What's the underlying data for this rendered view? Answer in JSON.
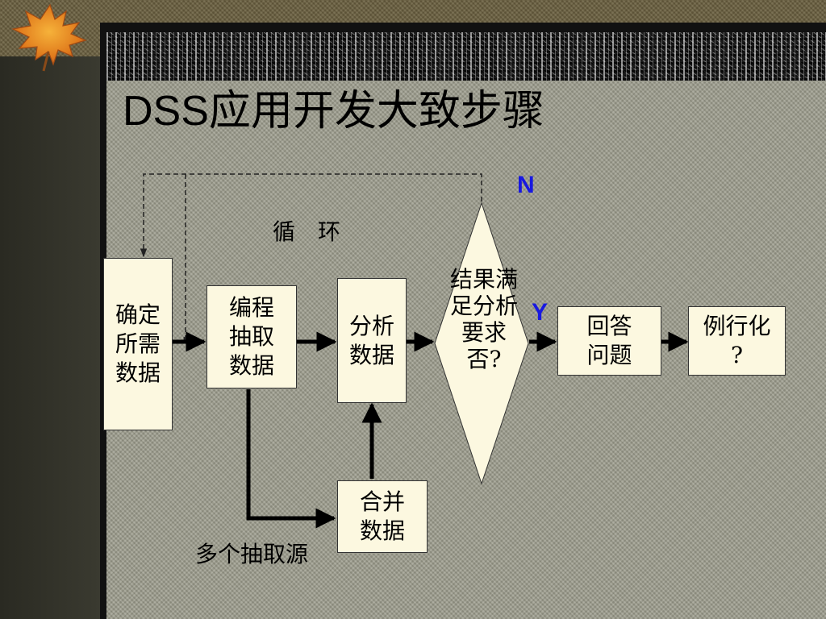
{
  "slide": {
    "title": "DSS应用开发大致步骤"
  },
  "diagram": {
    "nodes": {
      "determine": [
        "确定",
        "所需",
        "数据"
      ],
      "extract": [
        "编程",
        "抽取",
        "数据"
      ],
      "analyze": [
        "分析",
        "数据"
      ],
      "merge": [
        "合并",
        "数据"
      ],
      "decision": "结果满足分析要求否?",
      "answer": [
        "回答",
        "问题"
      ],
      "routine": [
        "例行化",
        "?"
      ]
    },
    "labels": {
      "loop": "循　环",
      "sources": "多个抽取源",
      "no": "N",
      "yes": "Y"
    },
    "colors": {
      "box_fill": "#fcf8e0",
      "flag_blue": "#1818e0"
    }
  }
}
